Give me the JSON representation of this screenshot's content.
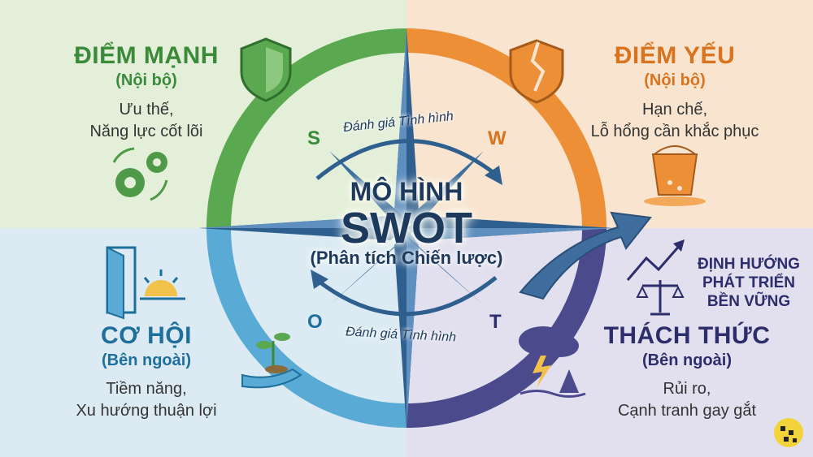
{
  "center": {
    "line1": "MÔ HÌNH",
    "line2": "SWOT",
    "line3": "(Phân tích Chiến lược)",
    "top_arc": "Đánh giá Tình hình",
    "bottom_arc": "Đánh giá Tình hình"
  },
  "strengths": {
    "letter": "S",
    "title": "ĐIỂM MẠNH",
    "subtitle": "(Nội bộ)",
    "desc1": "Ưu thế,",
    "desc2": "Năng lực cốt lõi",
    "icons": [
      "shield-icon",
      "gears-icon"
    ]
  },
  "weaknesses": {
    "letter": "W",
    "title": "ĐIỂM YẾU",
    "subtitle": "(Nội bộ)",
    "desc1": "Hạn chế,",
    "desc2": "Lỗ hổng cần khắc phục",
    "icons": [
      "broken-shield-icon",
      "leaking-bucket-icon"
    ]
  },
  "opportunities": {
    "letter": "O",
    "title": "CƠ HỘI",
    "subtitle": "(Bên ngoài)",
    "desc1": "Tiềm năng,",
    "desc2": "Xu hướng thuận lợi",
    "icons": [
      "open-door-icon",
      "sunrise-icon",
      "sprout-hand-icon"
    ]
  },
  "threats": {
    "letter": "T",
    "title": "THÁCH THỨC",
    "subtitle": "(Bên ngoài)",
    "desc1": "Rủi ro,",
    "desc2": "Cạnh tranh gay gắt",
    "icons": [
      "storm-cloud-icon",
      "shark-fin-icon"
    ]
  },
  "future": {
    "line1": "ĐỊNH HƯỚNG",
    "line2": "PHÁT TRIỂN",
    "line3": "BỀN VỮNG",
    "icons": [
      "growth-chart-icon",
      "balance-scale-icon"
    ]
  },
  "colors": {
    "strengths": "#5aa84f",
    "weaknesses": "#ec8f36",
    "opportunities": "#5aaad6",
    "threats": "#4a4a8c"
  }
}
